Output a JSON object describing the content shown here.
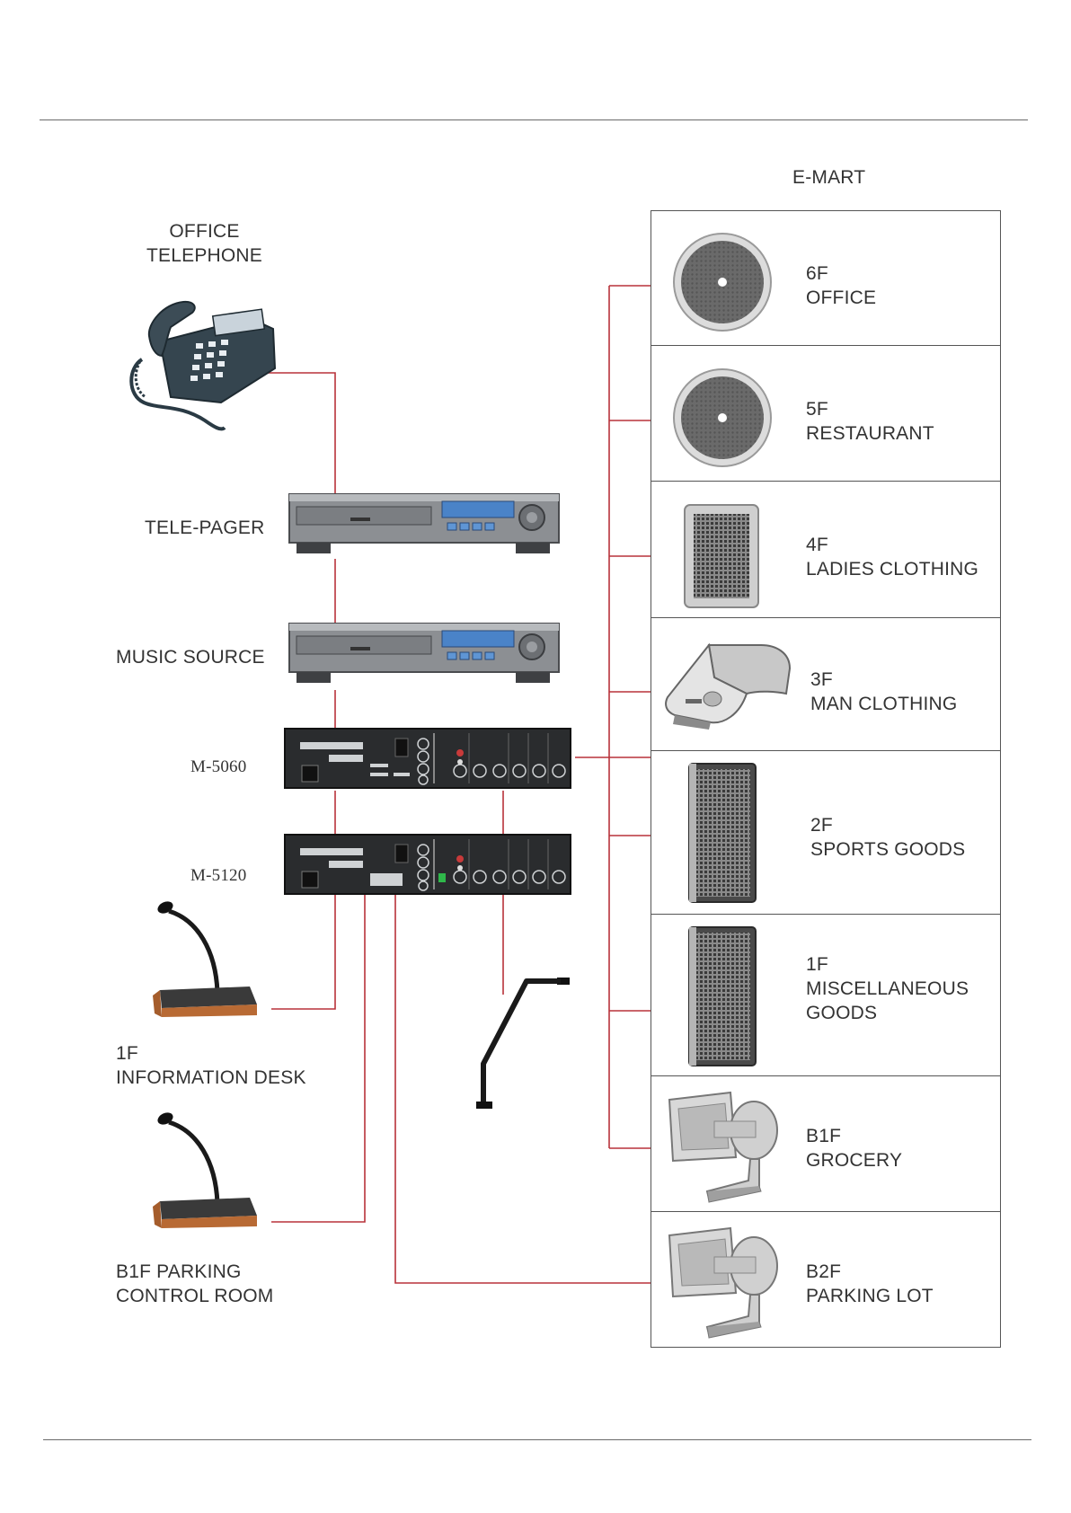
{
  "title": "E-MART",
  "sources": {
    "office_telephone": "OFFICE\nTELEPHONE",
    "tele_pager": "TELE-PAGER",
    "music_source": "MUSIC SOURCE",
    "amp_1": "M-5060",
    "amp_2": "M-5120",
    "info_desk": "1F\nINFORMATION DESK",
    "parking_control": "B1F PARKING\nCONTROL ROOM"
  },
  "zones": [
    {
      "label": "6F\nOFFICE",
      "speaker": "ceiling-speaker-icon"
    },
    {
      "label": "5F\nRESTAURANT",
      "speaker": "ceiling-speaker-icon"
    },
    {
      "label": "4F\nLADIES CLOTHING",
      "speaker": "wall-grille-speaker-icon"
    },
    {
      "label": "3F\nMAN CLOTHING",
      "speaker": "surface-mount-speaker-icon"
    },
    {
      "label": "2F\nSPORTS GOODS",
      "speaker": "column-speaker-icon"
    },
    {
      "label": "1F\nMISCELLANEOUS\nGOODS",
      "speaker": "column-speaker-icon"
    },
    {
      "label": "B1F\nGROCERY",
      "speaker": "horn-speaker-icon"
    },
    {
      "label": "B2F\nPARKING LOT",
      "speaker": "horn-speaker-icon"
    }
  ],
  "colors": {
    "wire": "#b8323a",
    "frame": "#555555"
  }
}
